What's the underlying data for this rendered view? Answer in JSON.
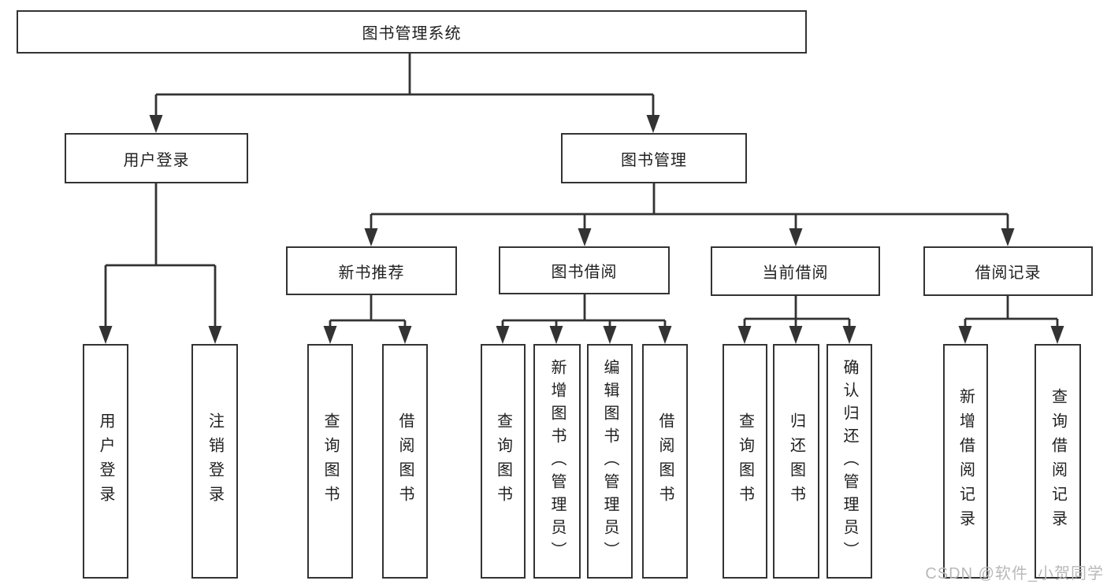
{
  "tree": {
    "root": "图书管理系统",
    "branches": [
      {
        "label": "用户登录",
        "children": [
          "用户登录",
          "注销登录"
        ]
      },
      {
        "label": "图书管理",
        "groups": [
          {
            "label": "新书推荐",
            "children": [
              "查询图书",
              "借阅图书"
            ]
          },
          {
            "label": "图书借阅",
            "children": [
              "查询图书",
              "新增图书（管理员）",
              "编辑图书（管理员）",
              "借阅图书"
            ]
          },
          {
            "label": "当前借阅",
            "children": [
              "查询图书",
              "归还图书",
              "确认归还（管理员）"
            ]
          },
          {
            "label": "借阅记录",
            "children": [
              "新增借阅记录",
              "查询借阅记录"
            ]
          }
        ]
      }
    ]
  },
  "watermark": "CSDN @软件_小贺同学",
  "colors": {
    "line": "#333333",
    "box_border": "#333333",
    "text": "#1f1f1f",
    "watermark": "#b9b9b9",
    "background": "#ffffff"
  }
}
